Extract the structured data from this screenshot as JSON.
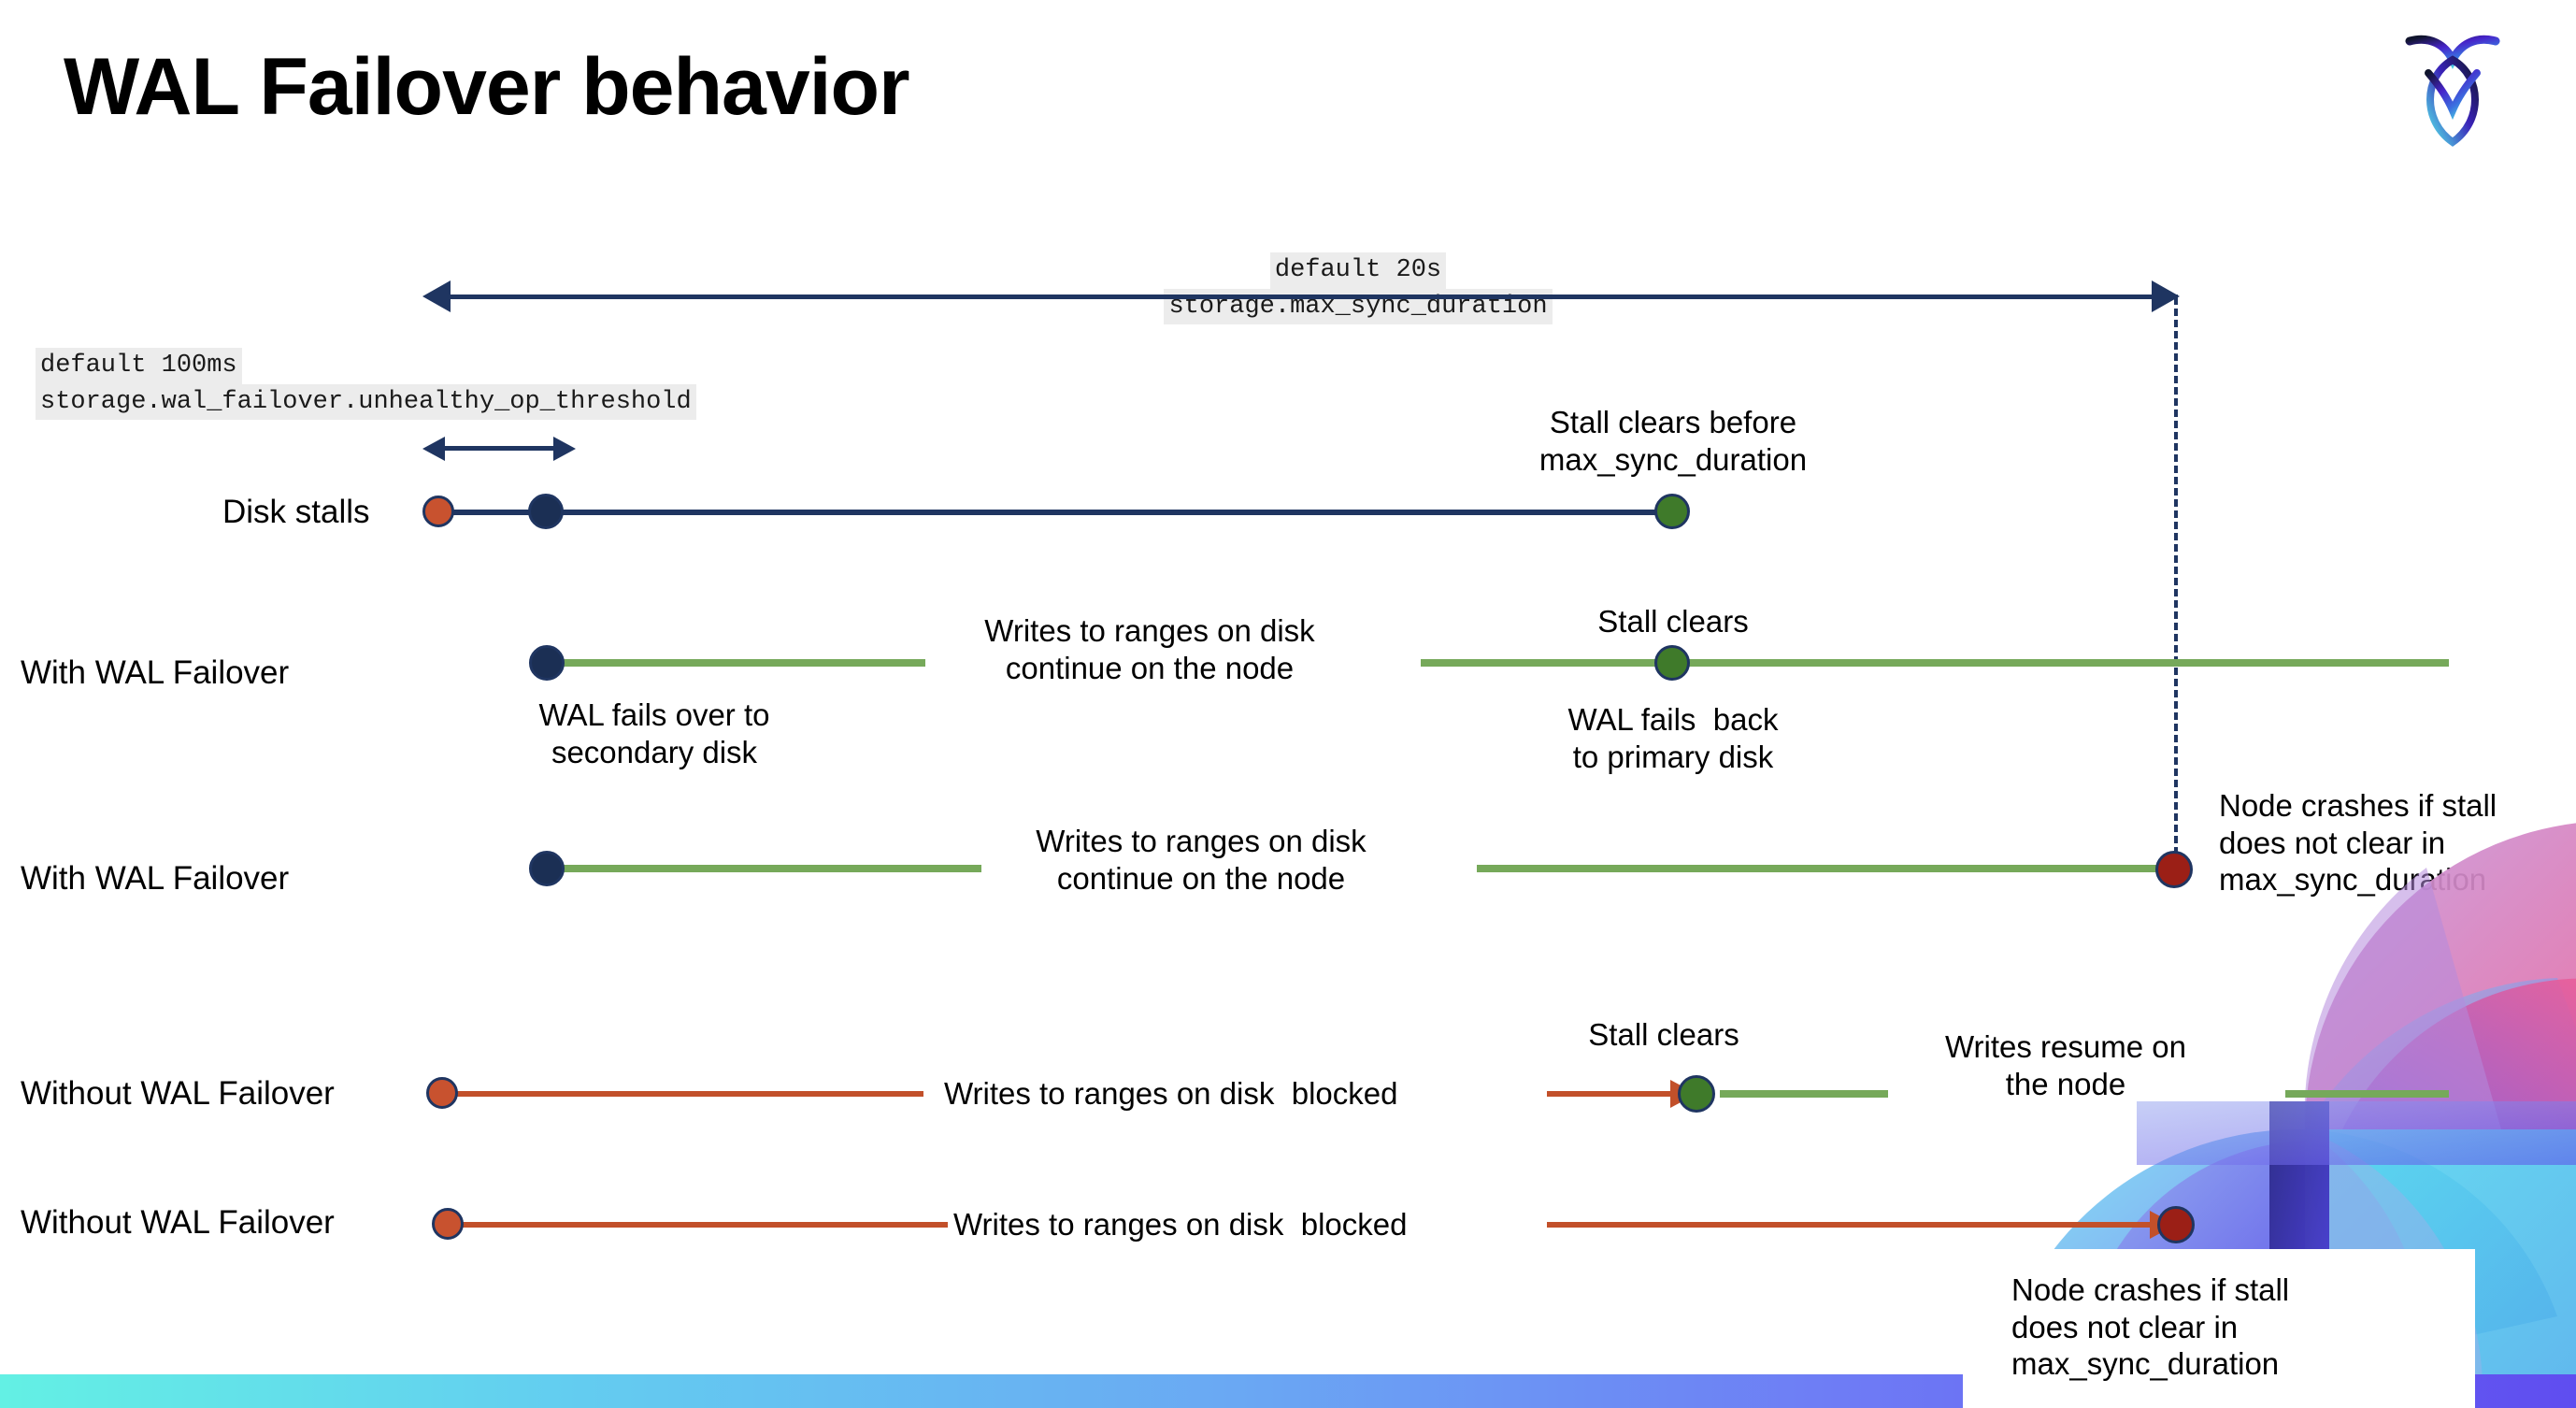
{
  "slide": {
    "title": "WAL Failover behavior",
    "brand_logo": "cockroachdb-logo-icon",
    "accent_colors": {
      "navy": "#1f3561",
      "green": "#76a95a",
      "green_dot": "#3f7a2a",
      "red_line": "#c2502a",
      "orange_dot": "#c8522f",
      "dark_red_dot": "#9b1f16",
      "code_chip_bg": "#ececec"
    },
    "bottom_bar_gradient": [
      "#63f0e4",
      "#63cdf0",
      "#6aa8f3",
      "#6e7bf5",
      "#5f4df0"
    ]
  },
  "settings": {
    "max_sync_duration": {
      "default": "default 20s",
      "name": "storage.max_sync_duration"
    },
    "unhealthy_op_threshold": {
      "default": "default 100ms",
      "name": "storage.wal_failover.unhealthy_op_threshold"
    }
  },
  "rows": {
    "disk_stalls": {
      "label": "Disk stalls",
      "annotation": "Stall clears before\nmax_sync_duration"
    },
    "with_failover_clears": {
      "label": "With WAL Failover",
      "start_note": "WAL fails over to\nsecondary disk",
      "mid_note": "Writes to ranges on disk\ncontinue on the node",
      "clear_note": "Stall clears",
      "back_note": "WAL fails  back\nto primary disk"
    },
    "with_failover_crash": {
      "label": "With WAL Failover",
      "mid_note": "Writes to ranges on disk\ncontinue on the node",
      "crash_note": "Node crashes if stall\ndoes not clear in\nmax_sync_duration"
    },
    "without_failover_clears": {
      "label": "Without WAL Failover",
      "blocked_note": "Writes to ranges on disk  blocked",
      "clear_note": "Stall clears",
      "resume_note": "Writes resume on\nthe node"
    },
    "without_failover_crash": {
      "label": "Without WAL Failover",
      "blocked_note": "Writes to ranges on disk  blocked",
      "crash_note": "Node crashes if stall\ndoes not clear in\nmax_sync_duration"
    }
  }
}
